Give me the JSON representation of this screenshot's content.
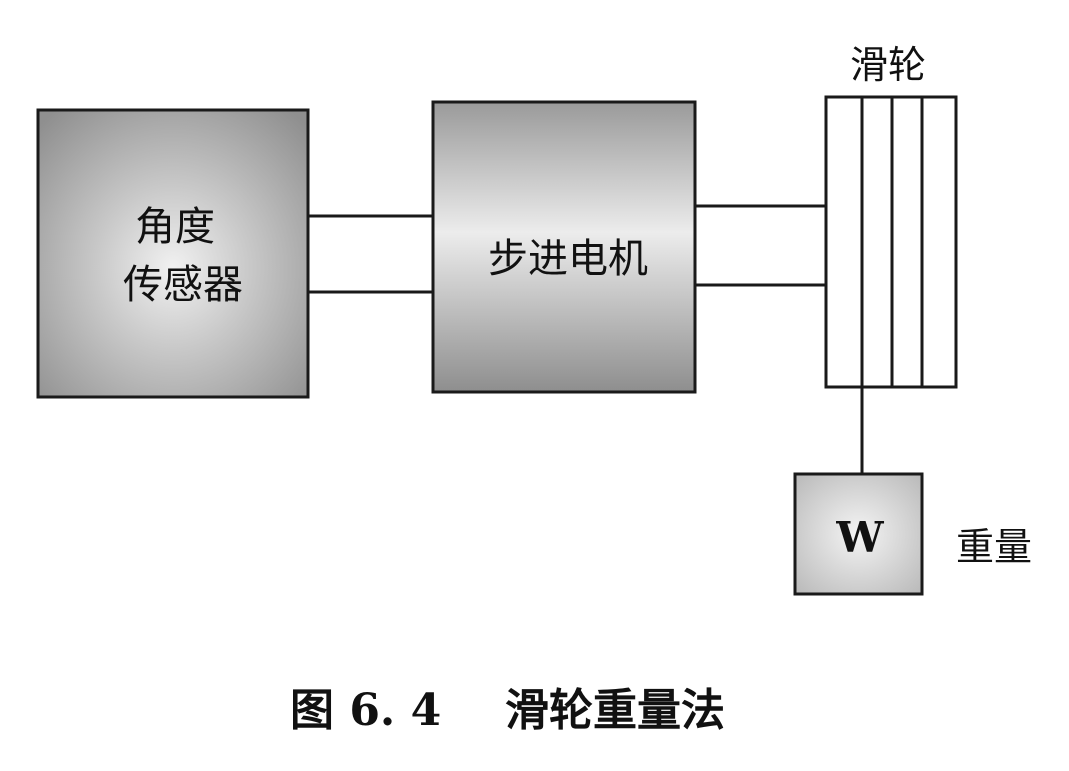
{
  "diagram": {
    "angle_sensor": {
      "line1": "角度",
      "line2": "传感器"
    },
    "stepper_motor": {
      "label": "步进电机"
    },
    "pulley": {
      "label": "滑轮"
    },
    "weight": {
      "symbol": "W",
      "label": "重量"
    }
  },
  "caption": {
    "number": "图 6. 4",
    "title": "滑轮重量法"
  }
}
